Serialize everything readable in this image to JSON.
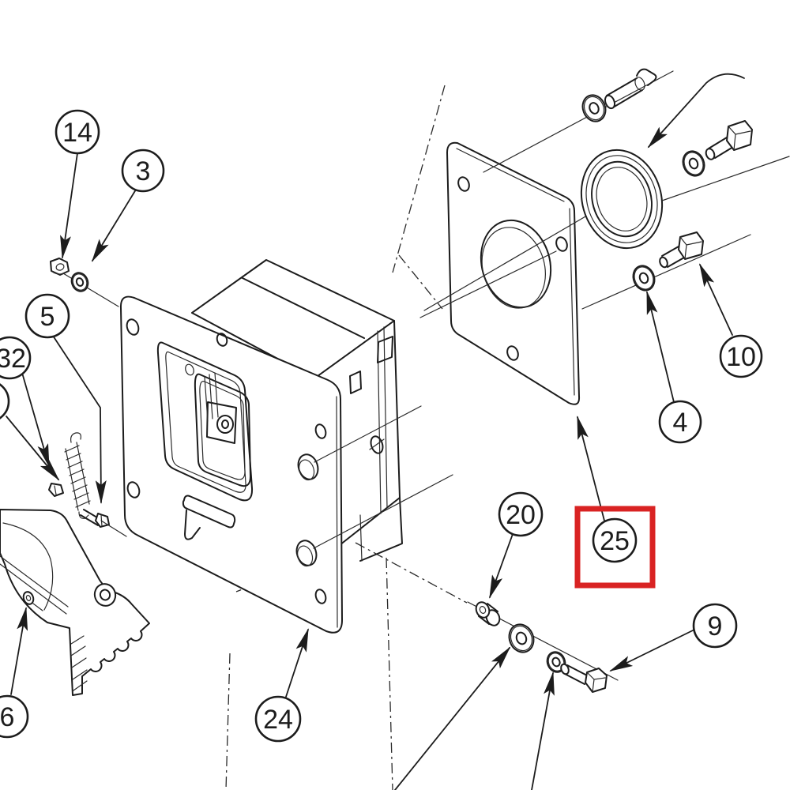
{
  "figure": {
    "type": "exploded-parts-diagram",
    "highlighted_part": "25"
  },
  "colors": {
    "line": "#1c1c1c",
    "highlight": "#d92323",
    "background": "#ffffff"
  },
  "callouts": {
    "c14": {
      "label": "14"
    },
    "c3": {
      "label": "3"
    },
    "c5": {
      "label": "5"
    },
    "c32": {
      "label": "32"
    },
    "c20": {
      "label": "20"
    },
    "c25": {
      "label": "25"
    },
    "c4": {
      "label": "4"
    },
    "c10": {
      "label": "10"
    },
    "c9": {
      "label": "9"
    },
    "c24": {
      "label": "24"
    },
    "c6": {
      "label": "6"
    }
  }
}
